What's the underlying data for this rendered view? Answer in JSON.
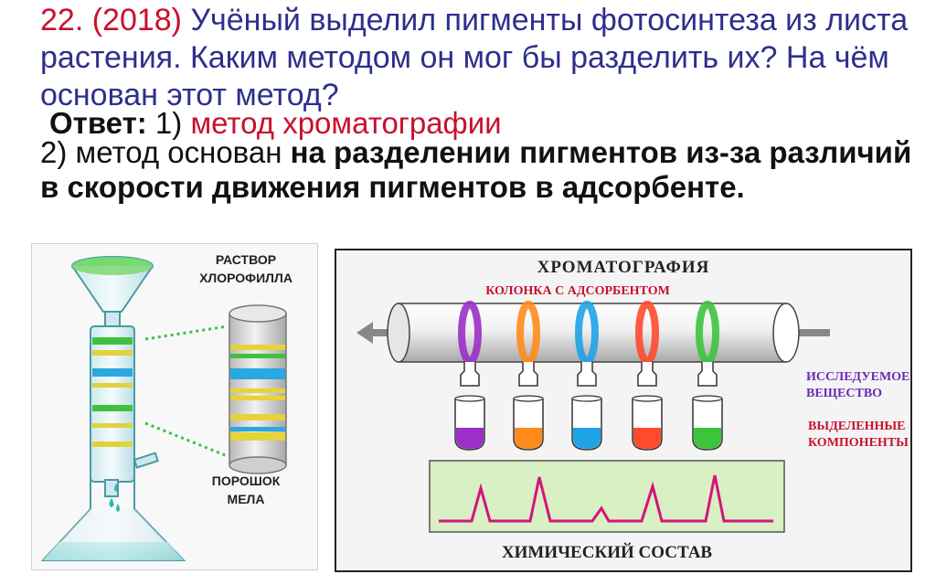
{
  "question": {
    "number": "22. (2018)",
    "text": " Учёный выделил пигменты фотосинтеза из листа растения. Каким методом он мог бы разделить их? На чём основан этот метод?"
  },
  "answer": {
    "label": "Ответ:",
    "item1_prefix": " 1)",
    "item1_text": " метод хроматографии",
    "item2_prefix": "2) метод основан ",
    "item2_bold": "на разделении пигментов из-за различий в скорости движения пигментов в адсорбенте."
  },
  "left_figure": {
    "label_top_1": "РАСТВОР",
    "label_top_2": "ХЛОРОФИЛЛА",
    "label_bottom_1": "ПОРОШОК",
    "label_bottom_2": "МЕЛА"
  },
  "right_figure": {
    "title": "ХРОМАТОГРАФИЯ",
    "column_label": "КОЛОНКА С АДСОРБЕНТОМ",
    "substance_1": "ИССЛЕДУЕМОЕ",
    "substance_2": "ВЕЩЕСТВО",
    "components_1": "ВЫДЕЛЕННЫЕ",
    "components_2": "КОМПОНЕНТЫ",
    "bottom_label": "ХИМИЧЕСКИЙ СОСТАВ",
    "band_colors": [
      "#9b2fc7",
      "#ff8c1a",
      "#1fa3e8",
      "#ff4a2e",
      "#3cc43c"
    ],
    "colors": {
      "title": "#222222",
      "column_label": "#c8102e",
      "substance": "#6a2bb5",
      "components": "#c8102e",
      "peak_line": "#d4147a",
      "chart_bg": "#d9efc4"
    }
  }
}
